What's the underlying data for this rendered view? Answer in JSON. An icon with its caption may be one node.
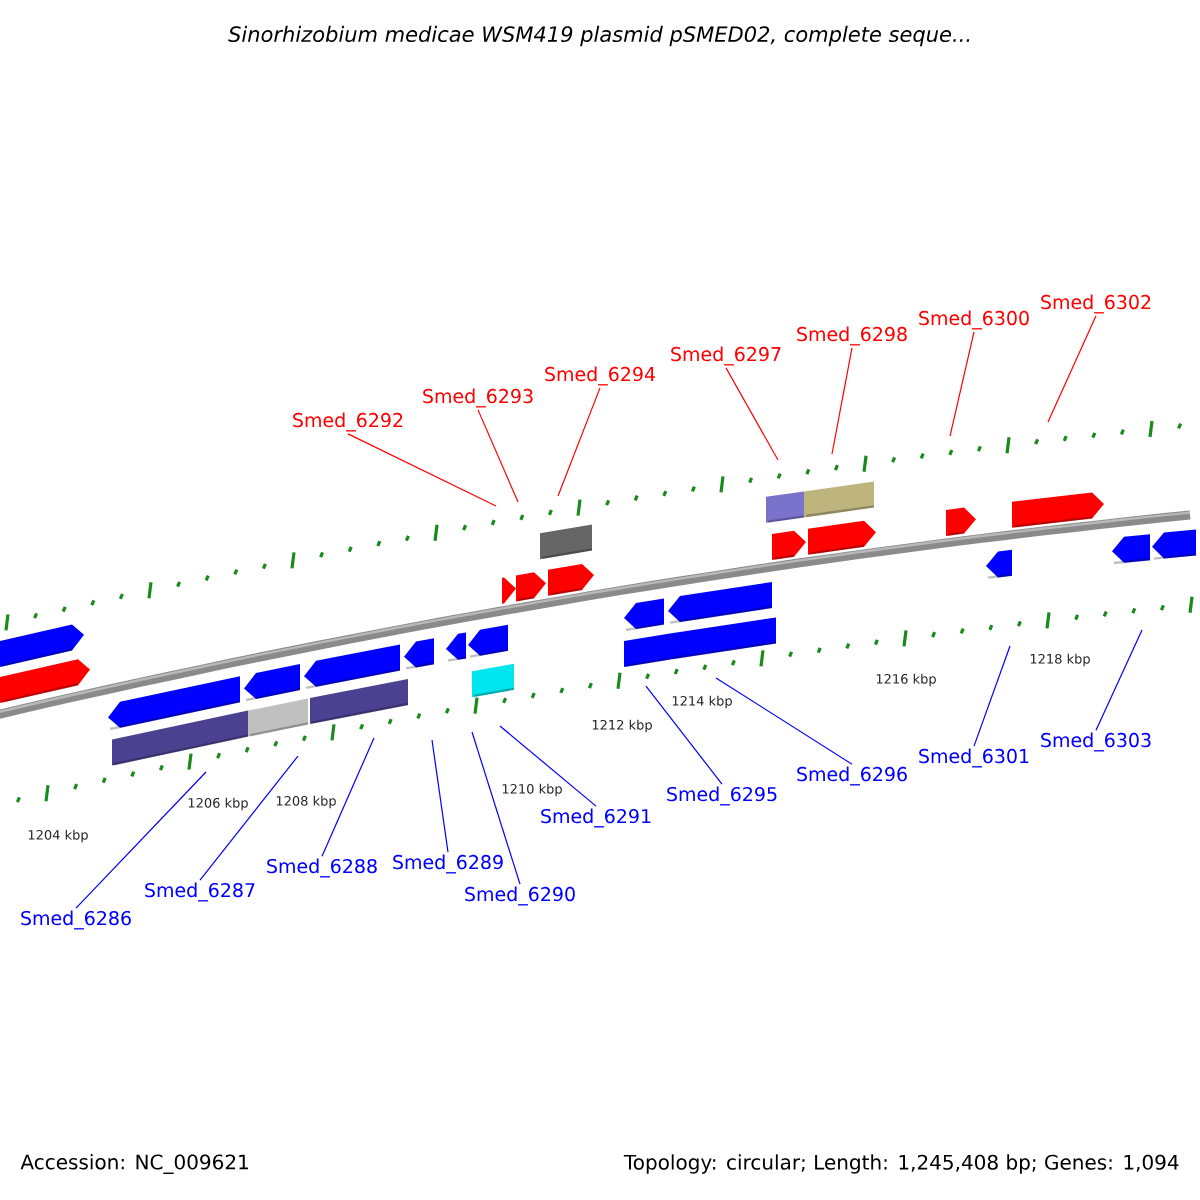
{
  "diagram": {
    "title": "Sinorhizobium medicae WSM419 plasmid pSMED02, complete seque...",
    "nodes": [
      {
        "text": [
          "Smed_6292"
        ]
      },
      {
        "text": [
          "Smed_6293"
        ]
      },
      {
        "text": [
          "Smed_6294"
        ]
      },
      {
        "text": [
          "Smed_6297"
        ]
      },
      {
        "text": [
          "Smed_6298"
        ]
      },
      {
        "text": [
          "Smed_6300"
        ]
      },
      {
        "text": [
          "Smed_6302"
        ]
      },
      {
        "text": [
          "Smed_6286"
        ]
      },
      {
        "text": [
          "Smed_6287"
        ]
      },
      {
        "text": [
          "Smed_6288"
        ]
      },
      {
        "text": [
          "Smed_6289"
        ]
      },
      {
        "text": [
          "Smed_6290"
        ]
      },
      {
        "text": [
          "Smed_6291"
        ]
      },
      {
        "text": [
          "Smed_6295"
        ]
      },
      {
        "text": [
          "Smed_6296"
        ]
      },
      {
        "text": [
          "Smed_6301"
        ]
      },
      {
        "text": [
          "Smed_6303"
        ]
      }
    ],
    "edges": [
      {
        "from": 0,
        "to": null,
        "arrow": "none",
        "color": "#ff0000"
      },
      {
        "from": 1,
        "to": null,
        "arrow": "none",
        "color": "#ff0000"
      },
      {
        "from": 2,
        "to": null,
        "arrow": "none",
        "color": "#ff0000"
      },
      {
        "from": 3,
        "to": null,
        "arrow": "none",
        "color": "#ff0000"
      },
      {
        "from": 4,
        "to": null,
        "arrow": "none",
        "color": "#ff0000"
      },
      {
        "from": 5,
        "to": null,
        "arrow": "none",
        "color": "#ff0000"
      },
      {
        "from": 6,
        "to": null,
        "arrow": "none",
        "color": "#ff0000"
      },
      {
        "from": 7,
        "to": null,
        "arrow": "none"
      },
      {
        "from": 8,
        "to": null,
        "arrow": "none"
      },
      {
        "from": 9,
        "to": null,
        "arrow": "none"
      },
      {
        "from": 10,
        "to": null,
        "arrow": "none"
      },
      {
        "from": 11,
        "to": null,
        "arrow": "none"
      },
      {
        "from": 12,
        "to": null,
        "arrow": "none"
      },
      {
        "from": 13,
        "to": null,
        "arrow": "none"
      },
      {
        "from": 14,
        "to": null,
        "arrow": "none"
      },
      {
        "from": 15,
        "to": null,
        "arrow": "none"
      },
      {
        "from": 16,
        "to": null,
        "arrow": "none"
      }
    ],
    "labels": [
      "1204 kbp",
      "1206 kbp",
      "1208 kbp",
      "1210 kbp",
      "1212 kbp",
      "1214 kbp",
      "1216 kbp",
      "1218 kbp",
      "Accession: NC_009621",
      "Topology: circular; Length: 1,245,408 bp; Genes: 1,094"
    ]
  }
}
